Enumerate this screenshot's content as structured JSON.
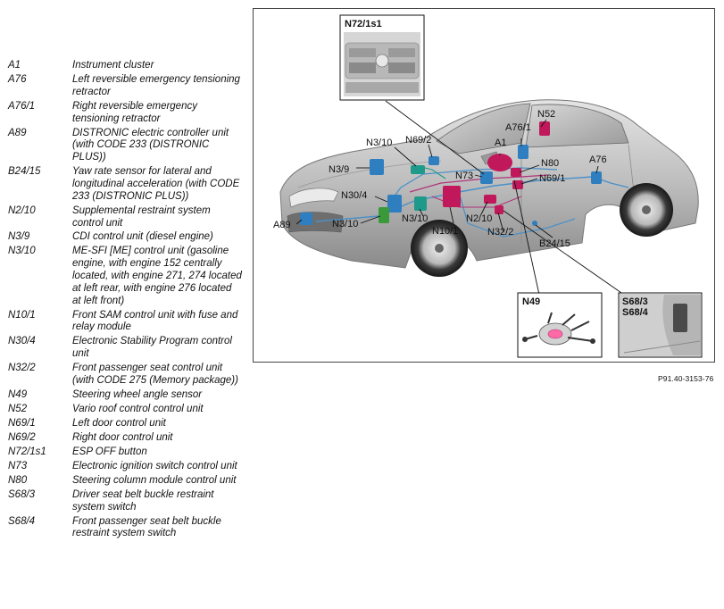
{
  "legend": [
    {
      "code": "A1",
      "desc": "Instrument cluster"
    },
    {
      "code": "A76",
      "desc": "Left reversible emergency tensioning retractor"
    },
    {
      "code": "A76/1",
      "desc": "Right reversible emergency tensioning retractor"
    },
    {
      "code": "A89",
      "desc": "DISTRONIC electric controller unit (with CODE 233 (DISTRONIC PLUS))"
    },
    {
      "code": "B24/15",
      "desc": "Yaw rate sensor for lateral and longitudinal acceleration (with CODE 233 (DISTRONIC PLUS))"
    },
    {
      "code": "N2/10",
      "desc": "Supplemental restraint system control unit"
    },
    {
      "code": "N3/9",
      "desc": "CDI control unit (diesel engine)"
    },
    {
      "code": "N3/10",
      "desc": "ME-SFI [ME] control unit (gasoline engine, with engine 152 centrally located, with engine 271, 274 located at left rear, with engine 276 located at left front)"
    },
    {
      "code": "N10/1",
      "desc": "Front SAM control unit with fuse and relay module"
    },
    {
      "code": "N30/4",
      "desc": "Electronic Stability Program control unit"
    },
    {
      "code": "N32/2",
      "desc": "Front passenger seat control unit (with CODE 275 (Memory package))"
    },
    {
      "code": "N49",
      "desc": "Steering wheel angle sensor"
    },
    {
      "code": "N52",
      "desc": "Vario roof control control unit"
    },
    {
      "code": "N69/1",
      "desc": "Left door control unit"
    },
    {
      "code": "N69/2",
      "desc": "Right door control unit"
    },
    {
      "code": "N72/1s1",
      "desc": "ESP OFF button"
    },
    {
      "code": "N73",
      "desc": "Electronic ignition switch control unit"
    },
    {
      "code": "N80",
      "desc": "Steering column module control unit"
    },
    {
      "code": "S68/3",
      "desc": "Driver seat belt buckle restraint system switch"
    },
    {
      "code": "S68/4",
      "desc": "Front passenger seat belt buckle restraint system switch"
    }
  ],
  "diagram": {
    "inset_top": "N72/1s1",
    "inset_n49": "N49",
    "inset_s68_line1": "S68/3",
    "inset_s68_line2": "S68/4",
    "callouts": {
      "n52": "N52",
      "a76_1": "A76/1",
      "n3_10_top": "N3/10",
      "n69_2": "N69/2",
      "a1": "A1",
      "n3_9": "N3/9",
      "n73": "N73",
      "n80": "N80",
      "n69_1": "N69/1",
      "a76": "A76",
      "n30_4": "N30/4",
      "a89": "A89",
      "n3_10_bottom_left": "N3/10",
      "n3_10_mid": "N3/10",
      "n2_10": "N2/10",
      "n10_1": "N10/1",
      "n32_2": "N32/2",
      "b24_15": "B24/15"
    },
    "colors": {
      "module_blue": "#2f7fc0",
      "module_teal": "#1f9a8a",
      "module_magenta": "#c0185a",
      "module_green": "#3a9a3a",
      "wiring_blue": "#4a90c8",
      "wiring_magenta": "#b0357a"
    }
  },
  "figure_ref": "P91.40-3153-76"
}
